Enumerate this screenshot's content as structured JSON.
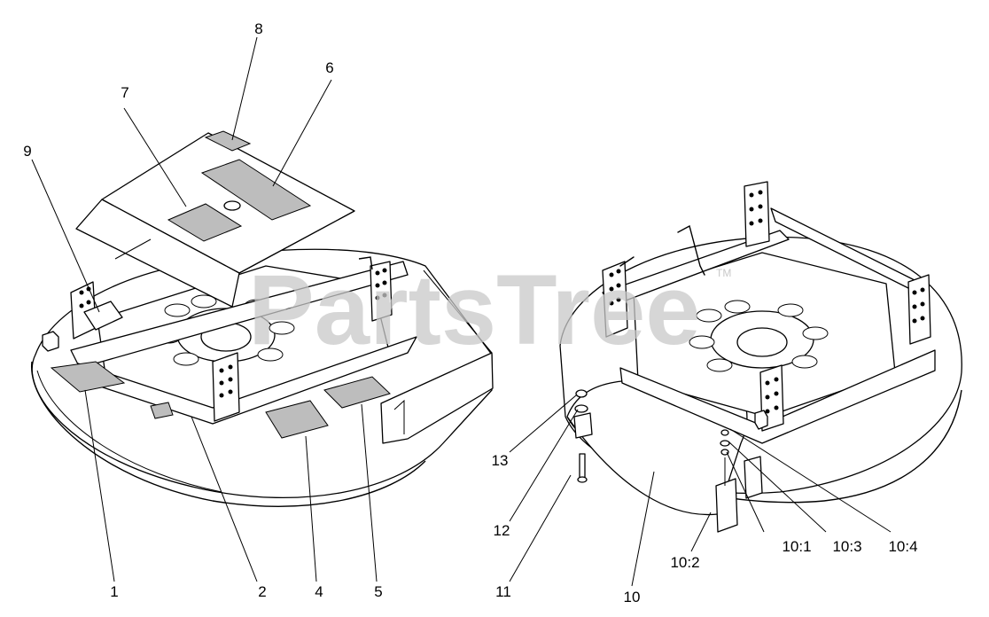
{
  "watermark": {
    "text": "PartsTree",
    "trademark": "TM"
  },
  "callouts": {
    "c1": "1",
    "c2": "2",
    "c4": "4",
    "c5": "5",
    "c6": "6",
    "c7": "7",
    "c8": "8",
    "c9": "9",
    "c10": "10",
    "c10_1": "10:1",
    "c10_2": "10:2",
    "c10_3": "10:3",
    "c10_4": "10:4",
    "c11": "11",
    "c12": "12",
    "c13": "13"
  }
}
